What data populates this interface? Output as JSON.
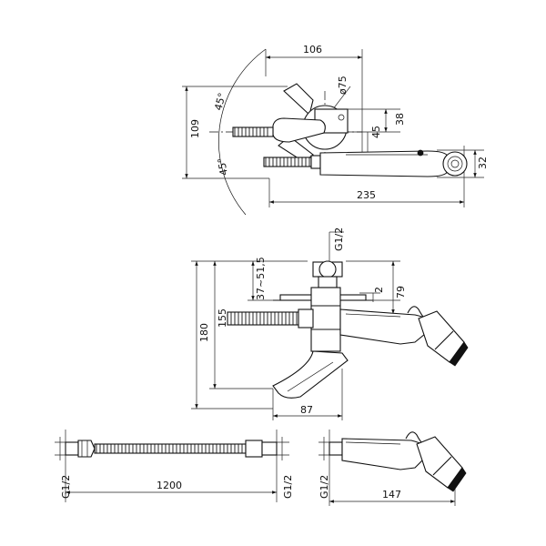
{
  "drawing": {
    "top_view": {
      "width": "106",
      "diameter": "ø75",
      "angle_upper": "45°",
      "angle_lower": "45°",
      "height": "109",
      "offset_38": "38",
      "offset_45": "45",
      "head_dia": "32",
      "length": "235"
    },
    "side_view": {
      "thread": "G1/2",
      "range": "37~51,5",
      "gap": "2",
      "dist_79": "79",
      "h155": "155",
      "h180": "180",
      "depth": "87"
    },
    "hose_view": {
      "length": "1200",
      "thread_left": "G1/2",
      "thread_right": "G1/2"
    },
    "head_view": {
      "thread": "G1/2",
      "length": "147"
    }
  }
}
